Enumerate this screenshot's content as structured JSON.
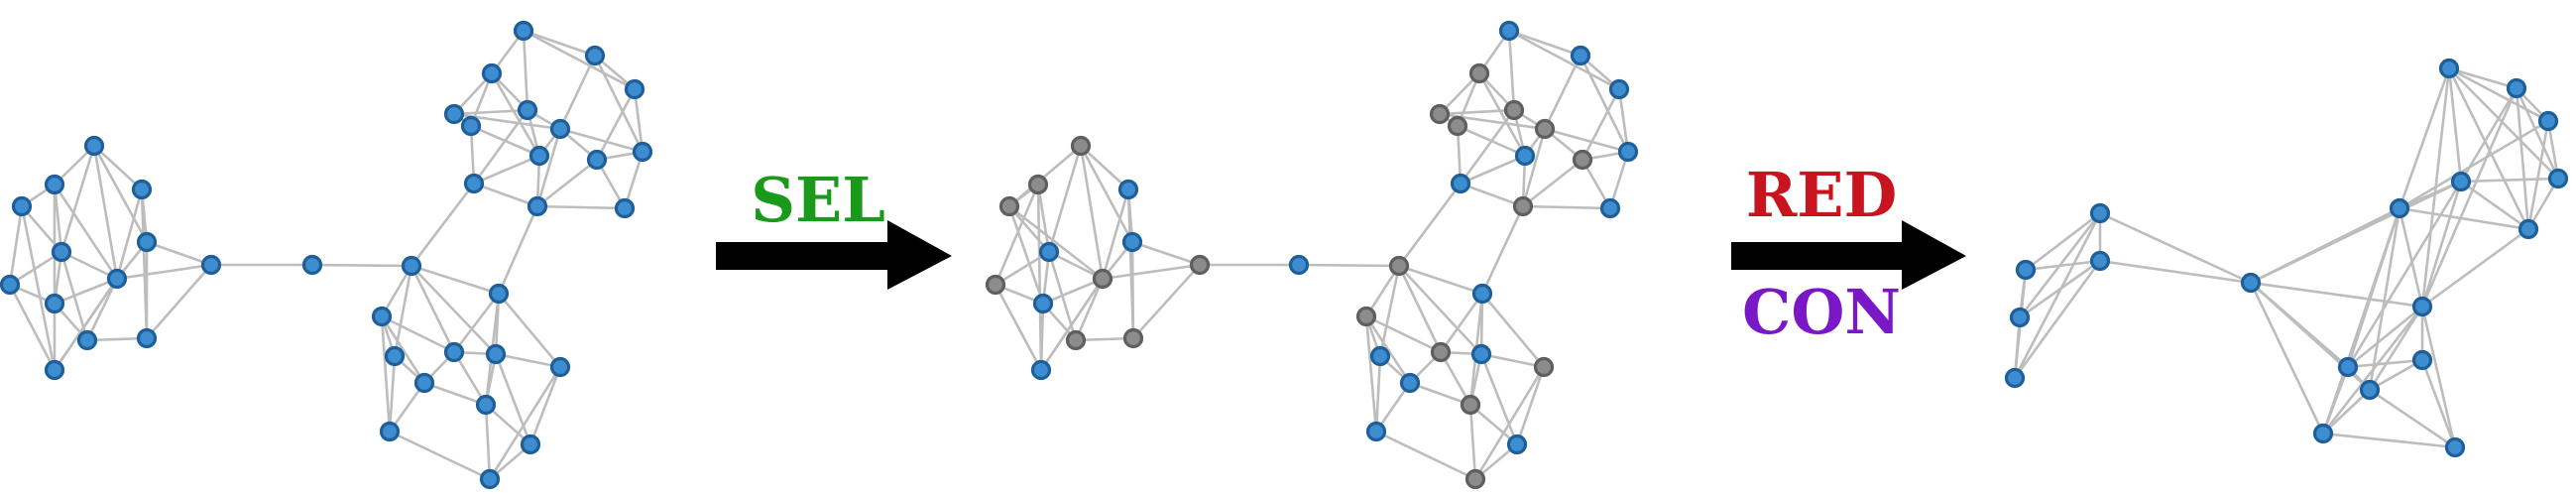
{
  "labels": {
    "step1": "SEL",
    "step2_top": "RED",
    "step2_bottom": "CON"
  },
  "colors": {
    "sel": "#1a9a1a",
    "red": "#c8141e",
    "con": "#7a18c8",
    "node_blue": "#3d8dd0",
    "node_gray": "#8c8c8c",
    "edge": "#bdbdbd",
    "arrow": "#000000"
  },
  "icons": [
    "right-arrow-icon",
    "right-arrow-icon"
  ]
}
